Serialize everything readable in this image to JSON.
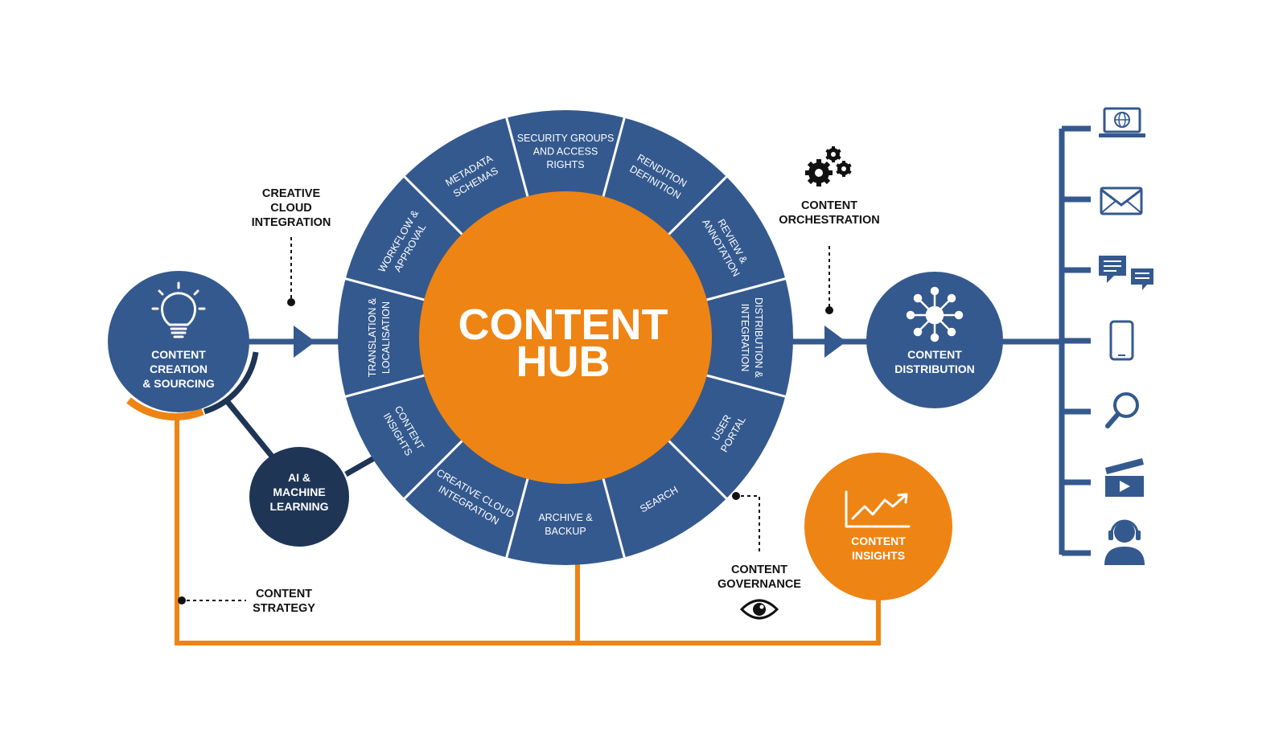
{
  "colors": {
    "navy": "#34598e",
    "dark_navy": "#1e3556",
    "orange": "#ee8413",
    "black": "#111111",
    "white": "#ffffff"
  },
  "hub": {
    "title_line1": "CONTENT",
    "title_line2": "HUB",
    "segments": [
      {
        "lines": [
          "SECURITY GROUPS",
          "AND ACCESS",
          "RIGHTS"
        ]
      },
      {
        "lines": [
          "RENDITION",
          "DEFINITION"
        ]
      },
      {
        "lines": [
          "REVIEW &",
          "ANNOTATION"
        ]
      },
      {
        "lines": [
          "DISTRIBUTION &",
          "INTEGRATION"
        ]
      },
      {
        "lines": [
          "USER",
          "PORTAL"
        ]
      },
      {
        "lines": [
          "SEARCH"
        ]
      },
      {
        "lines": [
          "ARCHIVE &",
          "BACKUP"
        ]
      },
      {
        "lines": [
          "CREATIVE CLOUD",
          "INTEGRATION"
        ]
      },
      {
        "lines": [
          "CONTENT",
          "INSIGHTS"
        ]
      },
      {
        "lines": [
          "TRANSLATION &",
          "LOCALISATION"
        ]
      },
      {
        "lines": [
          "WORKFLOW &",
          "APPROVAL"
        ]
      },
      {
        "lines": [
          "METADATA",
          "SCHEMAS"
        ]
      }
    ]
  },
  "nodes": {
    "creation": {
      "line1": "CONTENT",
      "line2": "CREATION",
      "line3": "& SOURCING",
      "icon": "lightbulb-icon"
    },
    "ai": {
      "line1": "AI &",
      "line2": "MACHINE",
      "line3": "LEARNING"
    },
    "distribution": {
      "line1": "CONTENT",
      "line2": "DISTRIBUTION",
      "icon": "network-hub-icon"
    },
    "insights": {
      "line1": "CONTENT",
      "line2": "INSIGHTS",
      "icon": "trend-chart-icon"
    }
  },
  "labels": {
    "creative_cloud": {
      "line1": "CREATIVE",
      "line2": "CLOUD",
      "line3": "INTEGRATION"
    },
    "orchestration": {
      "line1": "CONTENT",
      "line2": "ORCHESTRATION",
      "icon": "gears-icon"
    },
    "strategy": {
      "line1": "CONTENT",
      "line2": "STRATEGY"
    },
    "governance": {
      "line1": "CONTENT",
      "line2": "GOVERNANCE",
      "icon": "eye-icon"
    }
  },
  "channels": [
    {
      "icon": "laptop-globe-icon"
    },
    {
      "icon": "envelope-icon"
    },
    {
      "icon": "chat-bubbles-icon"
    },
    {
      "icon": "smartphone-icon"
    },
    {
      "icon": "search-icon"
    },
    {
      "icon": "clapperboard-icon"
    },
    {
      "icon": "headset-agent-icon"
    }
  ]
}
